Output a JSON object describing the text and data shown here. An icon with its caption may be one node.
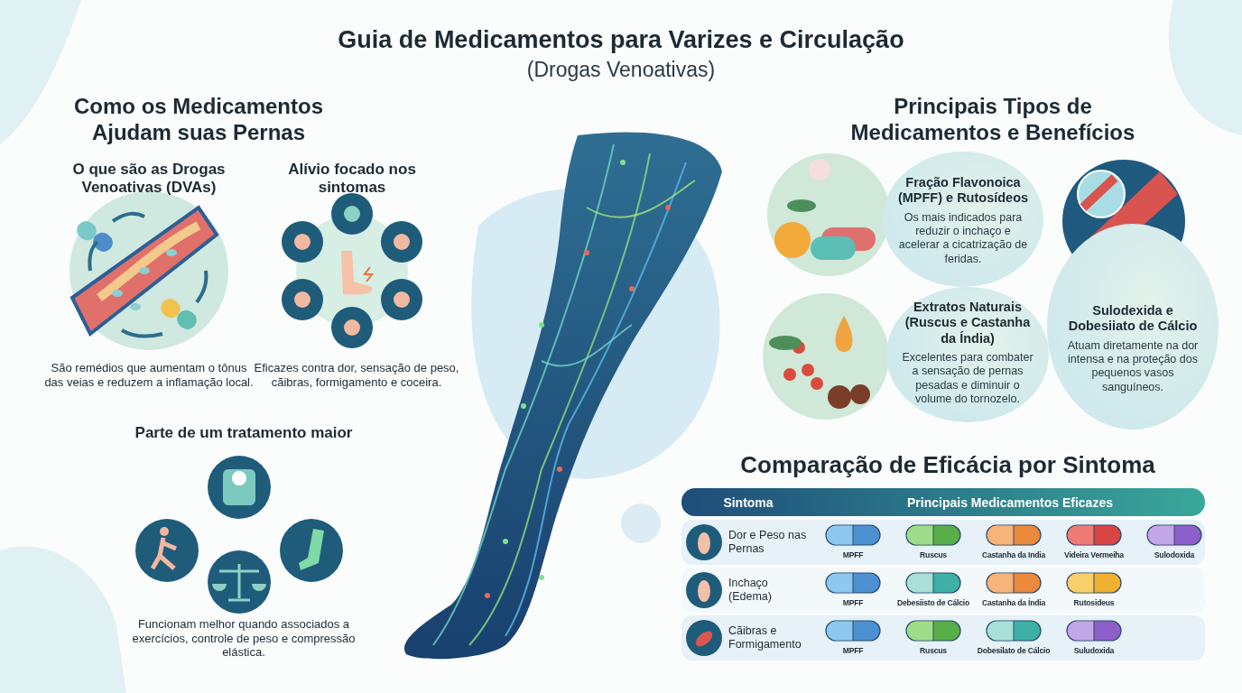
{
  "diagram": {
    "title": "Guia de Medicamentos para Varizes e Circulação",
    "nodes": [
      {
        "text": [
          "Fração Flavonoica (MPFF) e Rutosídeos",
          "Os mais indicados para reduzir o inchaço e acelerar a cicatrização de feridas."
        ]
      },
      {
        "text": [
          "Extratos Naturais (Ruscus e Castanha da Índia)",
          "Excelentes para combater a sensação de pernas pesadas e diminuir o volume do tornozelo."
        ]
      },
      {
        "text": [
          "Sulodexida e Dobesiiato de Cálcio",
          "Atuam diretamente na dor intensa e na proteção dos pequenos vasos sanguíneos."
        ]
      }
    ],
    "labels": [
      "(Drogas Venoativas)",
      "Como os Medicamentos Ajudam suas Pernas",
      "O que são as Drogas Venoativas (DVAs)",
      "Alívio focado nos sintomas",
      "São remédios que aumentam o tônus das veias e reduzem a inflamação local.",
      "Eficazes contra dor, sensação de peso, cãibras, formigamento e coceira.",
      "Parte de um tratamento maior",
      "Funcionam melhor quando associados a exercícios, controle de peso e compressão elástica.",
      "Principais Tipos de Medicamentos e Benefícios",
      "Comparação de Eficácia por Sintoma",
      "Sintoma",
      "Principais Medicamentos Eficazes",
      "Dor e Peso nas Pernas",
      "MPFF",
      "Ruscus",
      "Castanha da India",
      "Videira Vermeiha",
      "Sulodoxida",
      "Inchaço (Edema)",
      "MPFF",
      "Debesiisto de Cálcio",
      "Castanha da Índia",
      "Rutosideus",
      "Cãibras e Formigamento",
      "MPFF",
      "Ruscus",
      "Dobesilato de Cálcio",
      "Suludoxida"
    ]
  }
}
